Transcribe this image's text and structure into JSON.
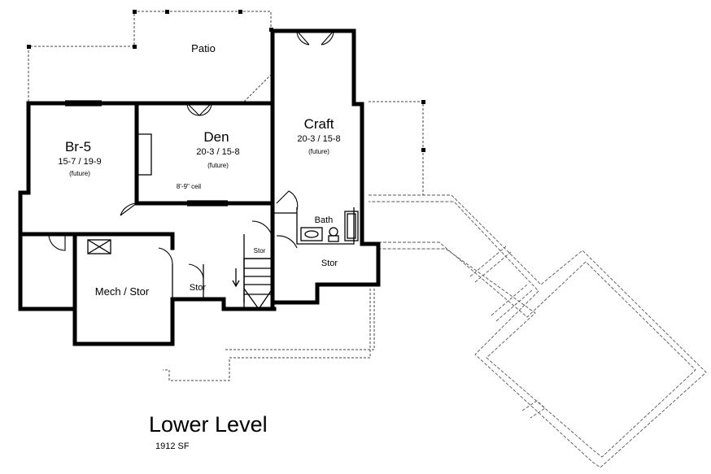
{
  "plan": {
    "title": "Lower Level",
    "area": "1912 SF"
  },
  "rooms": {
    "patio": {
      "name": "Patio"
    },
    "br5": {
      "name": "Br-5",
      "dims": "15-7 / 19-9",
      "note": "(future)"
    },
    "den": {
      "name": "Den",
      "dims": "20-3 / 15-8",
      "note": "(future)",
      "ceiling": "8'-9\" ceil"
    },
    "craft": {
      "name": "Craft",
      "dims": "20-3 / 15-8",
      "note": "(future)"
    },
    "bath": {
      "name": "Bath"
    },
    "stor_right": {
      "name": "Stor"
    },
    "stor_small": {
      "name": "Stor"
    },
    "stor_center": {
      "name": "Stor"
    },
    "mech": {
      "name": "Mech / Stor"
    },
    "stair": {
      "arrow": "up"
    }
  }
}
